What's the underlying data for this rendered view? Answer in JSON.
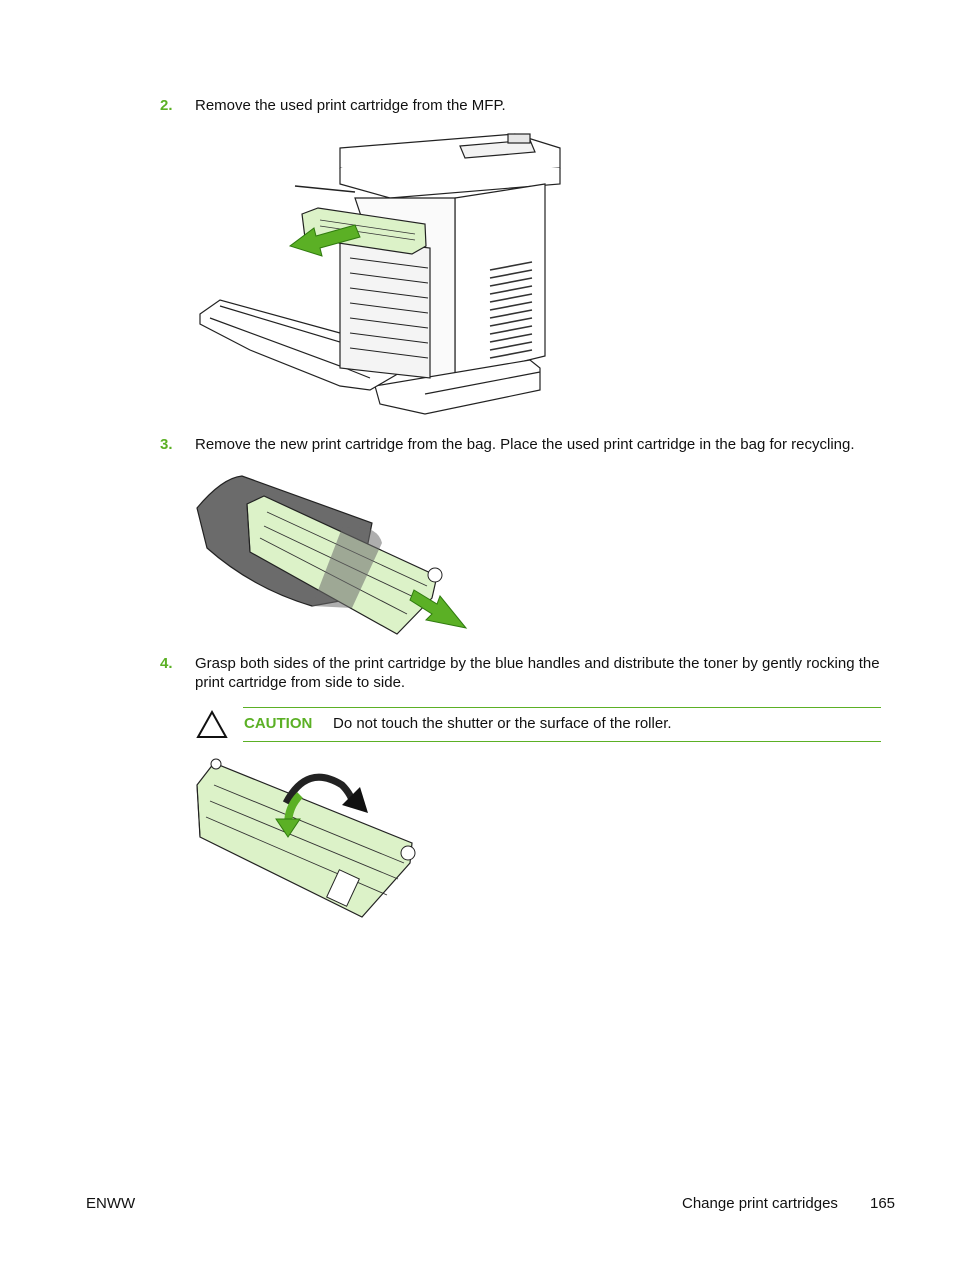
{
  "steps": [
    {
      "number": "2.",
      "text": "Remove the used print cartridge from the MFP."
    },
    {
      "number": "3.",
      "text": "Remove the new print cartridge from the bag. Place the used print cartridge in the bag for recycling."
    },
    {
      "number": "4.",
      "text": "Grasp both sides of the print cartridge by the blue handles and distribute the toner by gently rocking the print cartridge from side to side."
    }
  ],
  "caution": {
    "label": "CAUTION",
    "text": "Do not touch the shutter or the surface of the roller."
  },
  "footer": {
    "left": "ENWW",
    "section": "Change print cartridges",
    "page": "165"
  },
  "colors": {
    "accent": "#5bb025",
    "cartridge_fill": "#dcf2c8",
    "bag": "#6b6b6b"
  },
  "icons": [
    "warning-triangle-icon",
    "green-arrow-icon",
    "rotate-arrow-icon"
  ]
}
